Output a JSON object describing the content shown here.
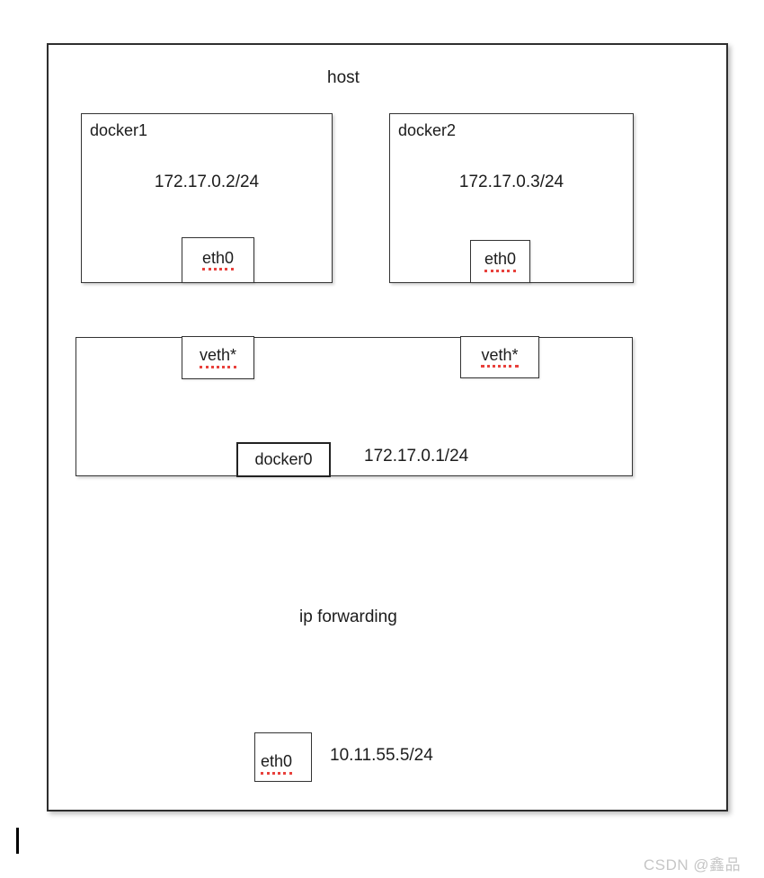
{
  "diagram": {
    "host_label": "host",
    "containers": [
      {
        "name": "docker1",
        "ip": "172.17.0.2/24",
        "port": "eth0"
      },
      {
        "name": "docker2",
        "ip": "172.17.0.3/24",
        "port": "eth0"
      }
    ],
    "bridge": {
      "ports": [
        "veth*",
        "veth*"
      ],
      "name": "docker0",
      "ip": "172.17.0.1/24"
    },
    "ip_forwarding_label": "ip forwarding",
    "host_interface": {
      "port": "eth0",
      "ip": "10.11.55.5/24"
    }
  },
  "watermark": "CSDN @鑫品",
  "colors": {
    "box_border": "#2e2e2e",
    "spellcheck_underline": "#e8413c",
    "watermark_text": "#c6c6c6"
  }
}
